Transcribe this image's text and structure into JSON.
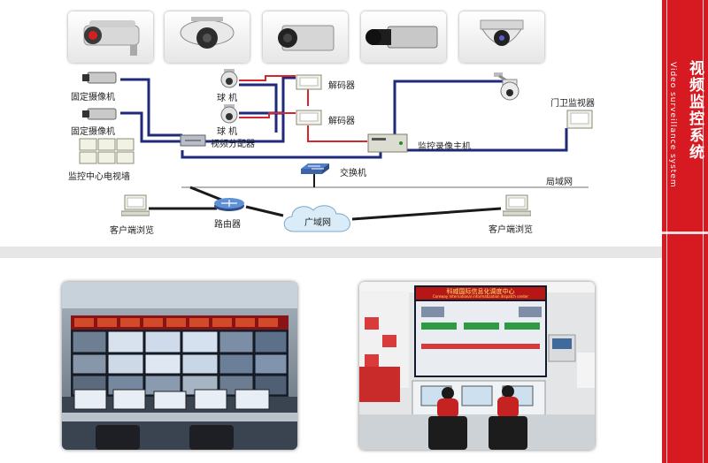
{
  "sidebar": {
    "title_cn": "视频监控系统",
    "title_en": "Video surveillance system",
    "color": "#d71a21"
  },
  "diagram": {
    "labels": {
      "fixed_camera_1": "固定摄像机",
      "fixed_camera_2": "固定摄像机",
      "dome_1": "球 机",
      "dome_2": "球 机",
      "decoder_1": "解码器",
      "decoder_2": "解码器",
      "video_distributor": "视频分配器",
      "dvr_host": "监控录像主机",
      "gate_monitor": "门卫监视器",
      "video_wall": "监控中心电视墙",
      "switch": "交换机",
      "lan": "局域网",
      "client_left": "客户端浏览",
      "router": "路由器",
      "wan": "广域网",
      "client_right": "客户端浏览"
    },
    "colors": {
      "video_line": "#1f2a7a",
      "control_line": "#d7262b",
      "network_line": "#1a1a1a"
    }
  },
  "photos": {
    "right_screen_title": "科威国际信息化调度中心",
    "right_screen_subtitle": "Comway International informatization dispatch center"
  }
}
